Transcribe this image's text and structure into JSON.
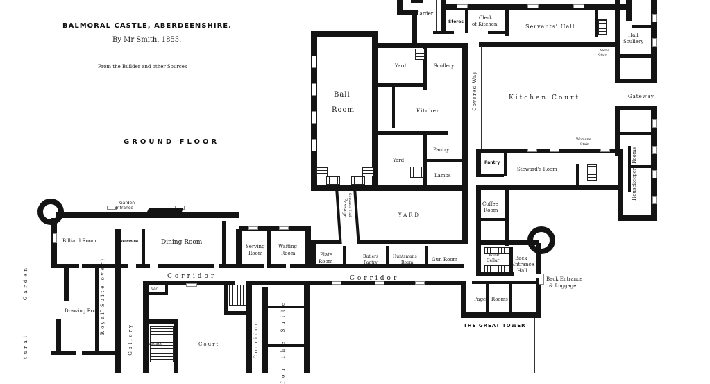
{
  "header": {
    "title": "BALMORAL CASTLE, ABERDEENSHIRE.",
    "byline": "By Mr Smith, 1855.",
    "source": "From the Builder and other Sources",
    "floor": "GROUND FLOOR"
  },
  "rooms": {
    "larder": "Larder",
    "stores": "Stores",
    "clerk_of_kitchen_1": "Clerk",
    "clerk_of_kitchen_2": "of Kitchen",
    "servants_hall": "Servants' Hall",
    "hall_scullery_1": "Hall",
    "hall_scullery_2": "Scullery",
    "mens_stair_1": "Mens",
    "mens_stair_2": "Stair",
    "ball_room_1": "Ball",
    "ball_room_2": "Room",
    "yard_upper": "Yard",
    "scullery": "Scullery",
    "kitchen": "Kitchen",
    "covered_way": "Covered Way",
    "kitchen_court": "Kitchen Court",
    "gateway": "Gateway",
    "womens_stair_1": "Womens",
    "womens_stair_2": "Stair",
    "yard_lower": "Yard",
    "pantry_left": "Pantry",
    "lamps": "Lamps",
    "pantry_right": "Pantry",
    "stewards_room": "Steward's Room",
    "housekeepers_rooms": "Housekeepers Rooms",
    "coffee_room_1": "Coffee",
    "coffee_room_2": "Room",
    "passage_1": "Passage",
    "passage_2": "Servants Hall",
    "yard_big": "YARD",
    "garden_entrance_1": "Garden",
    "garden_entrance_2": "Entrance",
    "billiard_room": "Billiard Room",
    "vestibule": "Vestibule",
    "dining_room": "Dining Room",
    "serving_room_1": "Serving",
    "serving_room_2": "Room",
    "waiting_room_1": "Waiting",
    "waiting_room_2": "Room",
    "plate_room_1": "Plate",
    "plate_room_2": "Room",
    "butlers_pantry_1": "Butlers",
    "butlers_pantry_2": "Pantry",
    "huntsmans_room_1": "Huntsmans",
    "huntsmans_room_2": "Room",
    "gun_room": "Gun Room",
    "wine_cellar_1": "Wine",
    "wine_cellar_2": "Cellar",
    "back_entrance_hall_1": "Back",
    "back_entrance_hall_2": "Entrance",
    "back_entrance_hall_3": "Hall",
    "back_entrance_luggage_1": "Back Entrance",
    "back_entrance_luggage_2": "& Luggage.",
    "corridor_left": "Corridor",
    "corridor_right": "Corridor",
    "corridor_vertical": "Corridor",
    "pages_rooms": "Pages' Rooms",
    "great_tower": "THE GREAT TOWER",
    "wc": "w.c.",
    "drawing_room": "Drawing Room",
    "royal_suite": "Royal Suite over)",
    "gallery": "Gallery",
    "staircase": "Staircase",
    "court": "Court",
    "for_the_suite": "for the Suite",
    "garden_side": "Garden",
    "garden_side_2": "tural"
  }
}
